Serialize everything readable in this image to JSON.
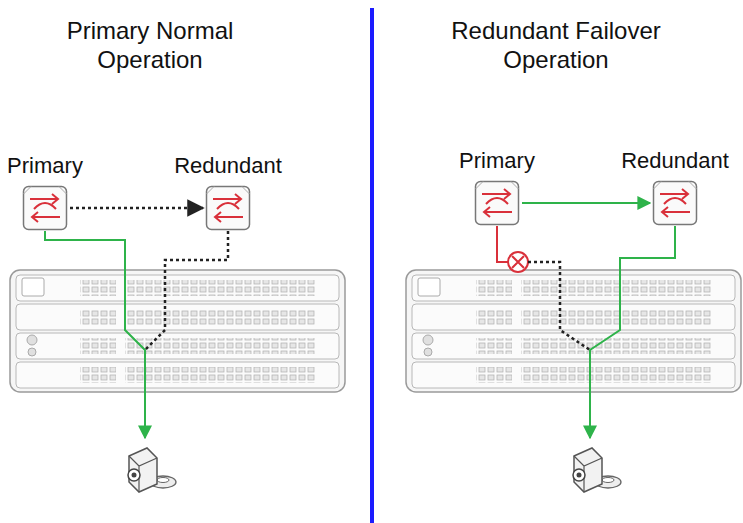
{
  "diagram": {
    "nodes": [
      {
        "text": [
          "Primary"
        ]
      },
      {
        "text": [
          "Redundant"
        ]
      },
      {
        "text": [
          "Primary"
        ]
      },
      {
        "text": [
          "Redundant"
        ]
      }
    ],
    "edges": [
      {
        "from": 0,
        "to": 1,
        "arrow": "to"
      },
      {
        "from": 2,
        "to": 3,
        "arrow": "to"
      }
    ],
    "labels": [
      "Primary Normal Operation",
      "Redundant Failover Operation"
    ]
  }
}
